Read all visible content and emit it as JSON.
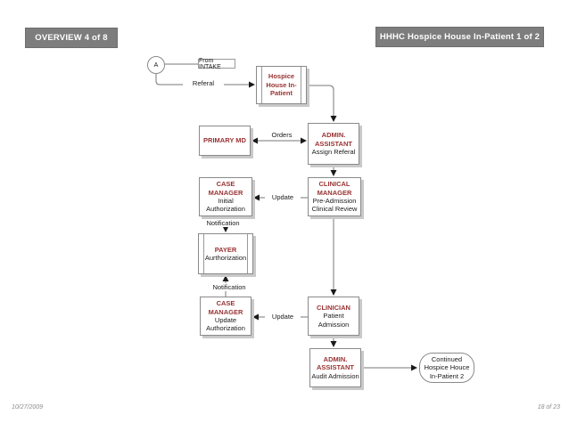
{
  "slide": {
    "header_left": "OVERVIEW 4 of 8",
    "header_right": "HHHC Hospice House In-Patient 1 of 2",
    "footer_date": "10/27/2009",
    "footer_page": "18 of 23"
  },
  "colors": {
    "header_fill": "#7d7d7d",
    "header_text": "#ffffff",
    "node_title": "#993333",
    "node_border": "#8a8a8a",
    "connector": "#777777",
    "arrow": "#1a1a1a",
    "shadow": "#c9c9c9",
    "footer_text": "#8c8c8c"
  },
  "flow": {
    "start": {
      "label": "A",
      "annotation": "From INTAKE"
    },
    "labels": {
      "referal": "Referal",
      "orders": "Orders",
      "update_pre_admission": "Update",
      "update_admission": "Update",
      "notification_initial": "Notification",
      "notification_update": "Notification"
    },
    "nodes": {
      "hospice": {
        "title": [
          "Hospice",
          "House In-",
          "Patient"
        ],
        "sub": []
      },
      "primary_md": {
        "title": [
          "PRIMARY MD"
        ],
        "sub": []
      },
      "admin_assistant_referal": {
        "title": [
          "ADMIN.",
          "ASSISTANT"
        ],
        "sub": [
          "Assign Referal"
        ]
      },
      "case_manager_initial": {
        "title": [
          "CASE",
          "MANAGER"
        ],
        "sub": [
          "Initial",
          "Authorization"
        ]
      },
      "clinical_manager": {
        "title": [
          "CLINICAL",
          "MANAGER"
        ],
        "sub": [
          "Pre-Admission",
          "Clinical Review"
        ]
      },
      "payer": {
        "title": [
          "PAYER"
        ],
        "sub": [
          "Aurthorization"
        ]
      },
      "case_manager_update": {
        "title": [
          "CASE",
          "MANAGER"
        ],
        "sub": [
          "Update",
          "Authorization"
        ]
      },
      "clinician": {
        "title": [
          "CLINICIAN"
        ],
        "sub": [
          "Patient",
          "Admission"
        ]
      },
      "admin_assistant_audit": {
        "title": [
          "ADMIN.",
          "ASSISTANT"
        ],
        "sub": [
          "Audit Admission"
        ]
      }
    },
    "terminator": {
      "lines": [
        "Continued",
        "Hospice Houce",
        "In-Patient 2"
      ]
    }
  }
}
